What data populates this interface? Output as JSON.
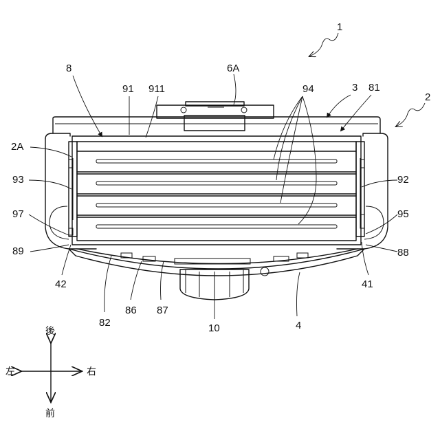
{
  "labels": {
    "ref_1": "1",
    "ref_2": "2",
    "ref_2A": "2A",
    "ref_3": "3",
    "ref_4": "4",
    "ref_6A": "6A",
    "ref_8": "8",
    "ref_10": "10",
    "ref_41": "41",
    "ref_42": "42",
    "ref_81": "81",
    "ref_82": "82",
    "ref_86": "86",
    "ref_87": "87",
    "ref_88": "88",
    "ref_89": "89",
    "ref_91": "91",
    "ref_911": "911",
    "ref_92": "92",
    "ref_93": "93",
    "ref_94": "94",
    "ref_95": "95",
    "ref_97": "97"
  },
  "directions": {
    "back": "後",
    "front": "前",
    "left": "左",
    "right": "右"
  }
}
